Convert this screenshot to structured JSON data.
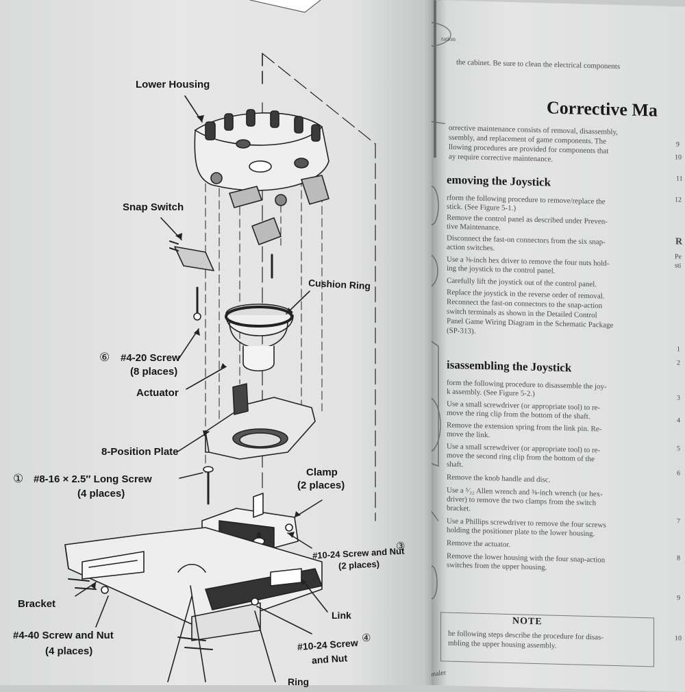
{
  "left_page": {
    "labels": {
      "lower_housing": "Lower Housing",
      "snap_switch": "Snap Switch",
      "cushion_ring": "Cushion Ring",
      "screw_4_20_num": "⑥",
      "screw_4_20": "#4-20 Screw",
      "screw_4_20_places": "(8 places)",
      "actuator": "Actuator",
      "position_plate": "8-Position Plate",
      "screw_8_16_num": "①",
      "screw_8_16": "#8-16 × 2.5″ Long Screw",
      "screw_8_16_places": "(4 places)",
      "clamp": "Clamp",
      "clamp_places": "(2 places)",
      "screw_10_24_a": "#10-24 Screw and Nut",
      "screw_10_24_a_num": "③",
      "screw_10_24_a_places": "(2 places)",
      "bracket": "Bracket",
      "link": "Link",
      "screw_4_40": "#4-40 Screw and Nut",
      "screw_4_40_places": "(4 places)",
      "screw_10_24_b": "#10-24 Screw",
      "screw_10_24_b_num": "④",
      "screw_10_24_b_and": "and Nut",
      "ring": "Ring"
    }
  },
  "right_page": {
    "running_head": "the cabinet. Be sure to clean the electrical components",
    "header_tail": "ration",
    "title": "Corrective Ma",
    "intro": [
      "orrective maintenance consists of removal, disassembly,",
      "ssembly, and replacement of game components. The",
      "llowing procedures are provided for components that",
      "ay require corrective maintenance."
    ],
    "sec1_title": "emoving the Joystick",
    "sec1_lines": [
      "rform the following procedure to remove/replace the",
      "stick. (See Figure 5-1.)",
      "Remove the control panel as described under Preven-",
      "tive Maintenance.",
      "Disconnect the fast-on connectors from the six snap-",
      "action switches.",
      "Use a ⅜-inch hex driver to remove the four nuts hold-",
      "ing the joystick to the control panel.",
      "Carefully lift the joystick out of the control panel.",
      "Replace the joystick in the reverse order of removal.",
      "Reconnect the fast-on connectors to the snap-action",
      "switch terminals as shown in the Detailed Control",
      "Panel Game Wiring Diagram in the Schematic Package",
      "(SP-313)."
    ],
    "sec2_title": "isassembling the Joystick",
    "sec2_lines": [
      "form the following procedure to disassemble the joy-",
      "k assembly. (See Figure 5-2.)",
      "Use a small screwdriver (or appropriate tool) to re-",
      "move the ring clip from the bottom of the shaft.",
      "Remove the extension spring from the link pin. Re-",
      "move the link.",
      "Use a small screwdriver (or appropriate tool) to re-",
      "move the second ring clip from the bottom of the",
      "shaft.",
      "Remove the knob handle and disc.",
      "Use a ⁵⁄₃₂ Allen wrench and ⅜-inch wrench (or hex-",
      "driver) to remove the two clamps from the switch",
      "bracket.",
      "Use a Phillips screwdriver to remove the four screws",
      "holding the positioner plate to the lower housing.",
      "Remove the actuator.",
      "Remove the lower housing with the four snap-action",
      "switches from the upper housing."
    ],
    "note_title": "NOTE",
    "note_lines": [
      "he following steps describe the procedure for disas-",
      "mbling the upper housing assembly."
    ],
    "margin": [
      "9",
      "10",
      "11",
      "12",
      "R",
      "Pe",
      "sti",
      "1",
      "2",
      "3",
      "4",
      "5",
      "6",
      "7",
      "8",
      "9",
      "10"
    ],
    "footer": "Lamonaler"
  },
  "colors": {
    "paper": "#e4e5e4",
    "ink": "#161616",
    "line": "#222222"
  }
}
